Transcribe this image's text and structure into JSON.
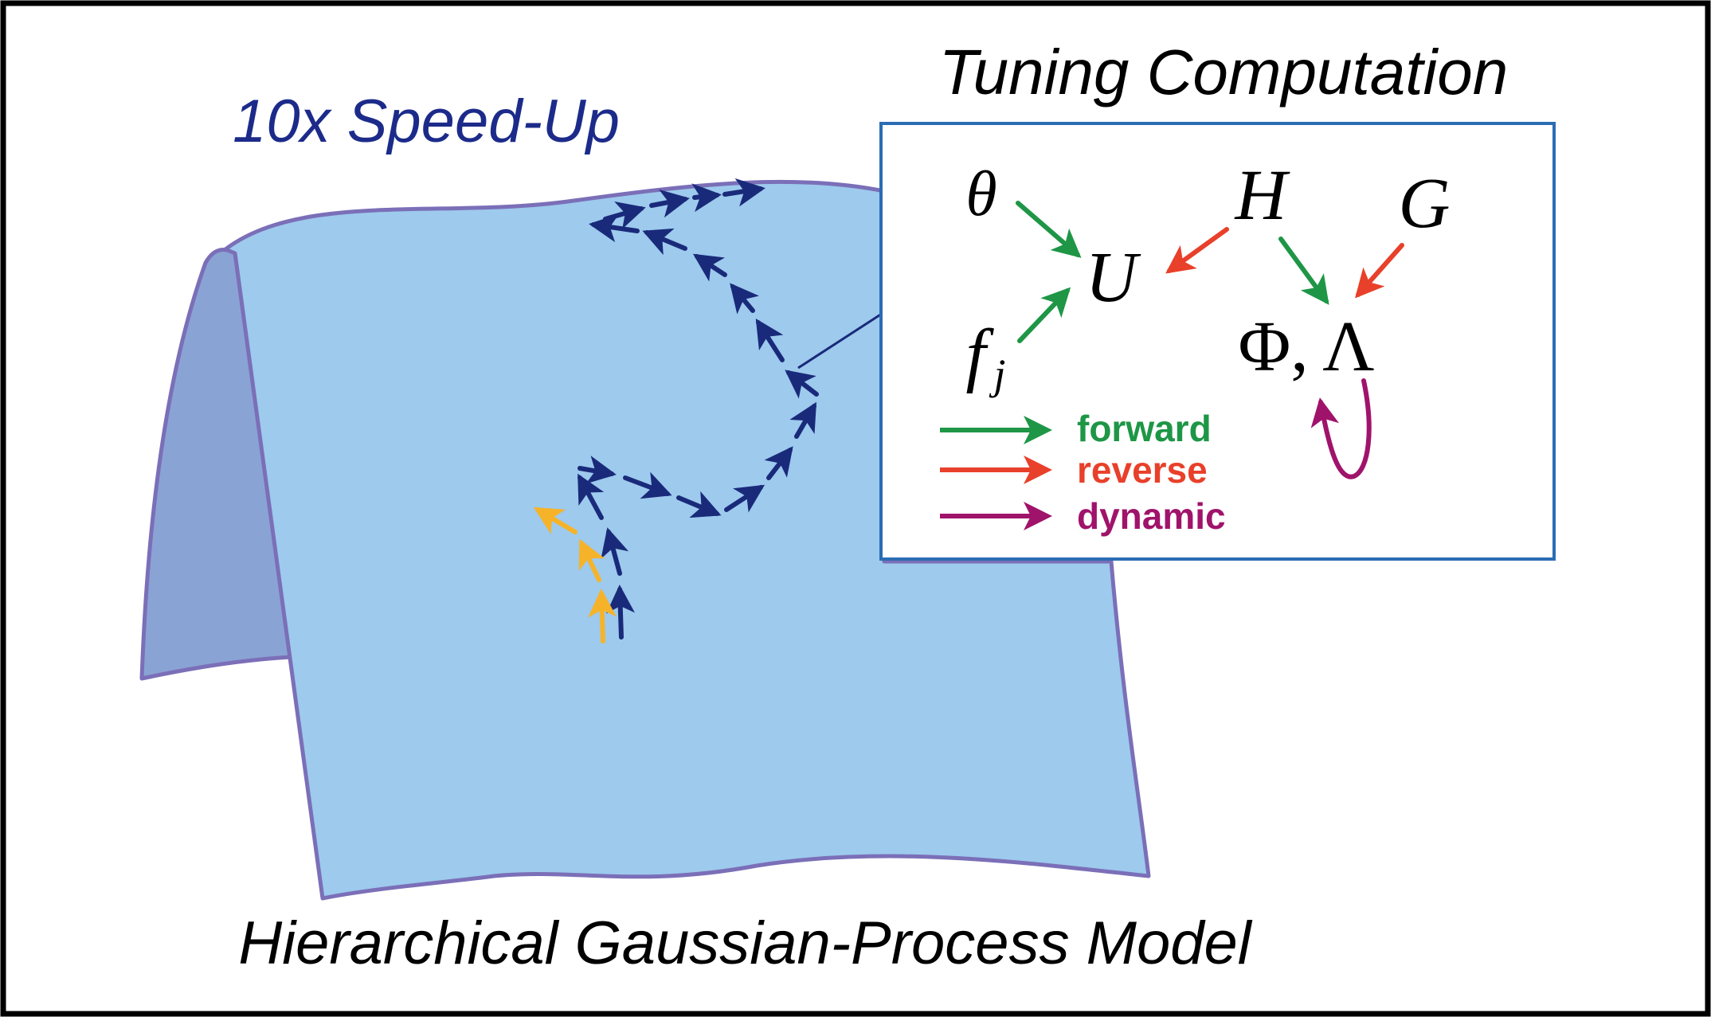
{
  "title": "Tuning Computation",
  "speedup_label": "10x Speed-Up",
  "model_label": "Hierarchical Gaussian-Process Model",
  "nodes": {
    "theta": "θ",
    "H": "H",
    "G": "G",
    "U": "U",
    "f": "f",
    "f_sub": "j",
    "phi_lambda": "Φ, Λ"
  },
  "legend": [
    {
      "label": "forward",
      "color": "#1e9646"
    },
    {
      "label": "reverse",
      "color": "#e8402a"
    },
    {
      "label": "dynamic",
      "color": "#a0136b"
    }
  ],
  "colors": {
    "surface_fill": "#9dcaed",
    "surface_fold": "#8aa3d5",
    "surface_edge": "#7b6fb8",
    "path_blue": "#1a2a7a",
    "path_orange": "#f6b32a",
    "speedup_text": "#1c2b8a"
  }
}
